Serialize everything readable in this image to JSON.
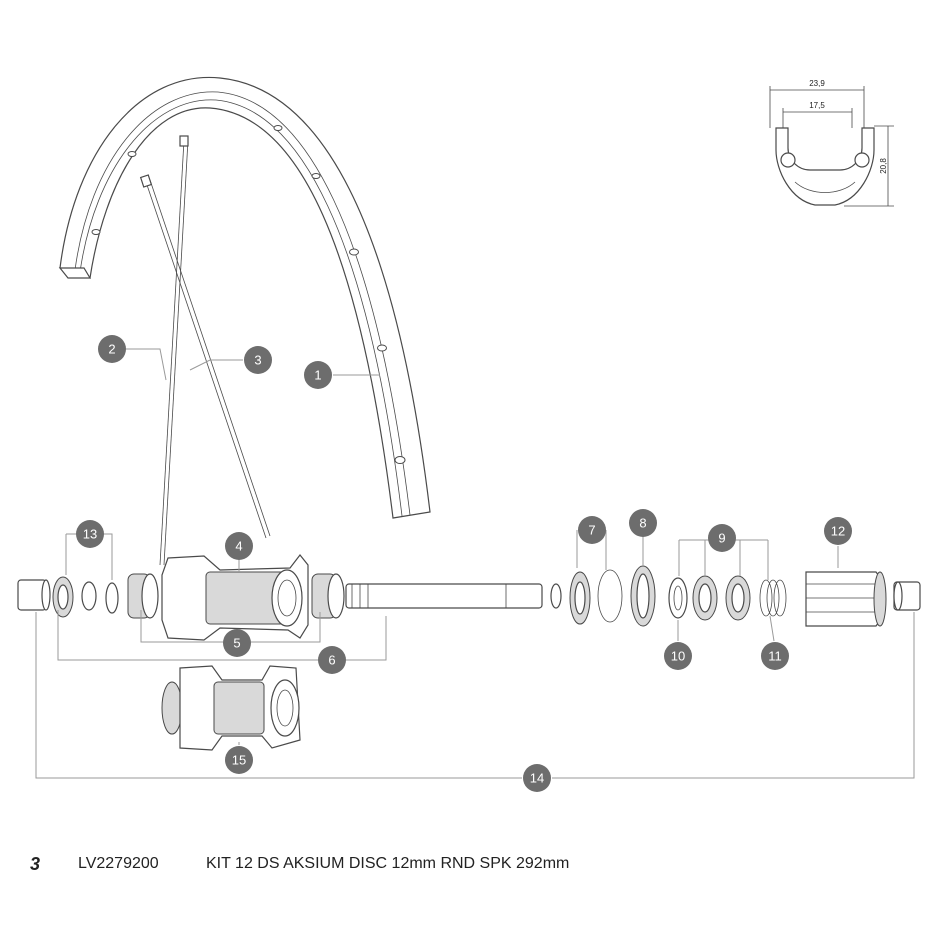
{
  "callouts": [
    "1",
    "2",
    "3",
    "4",
    "5",
    "6",
    "7",
    "8",
    "9",
    "10",
    "11",
    "12",
    "13",
    "14",
    "15"
  ],
  "rim_profile": {
    "outer_width": "23,9",
    "inner_width": "17,5",
    "height": "20,8"
  },
  "parts_list": [
    {
      "index": "3",
      "reference": "LV2279200",
      "description": "KIT 12 DS AKSIUM DISC 12mm RND SPK 292mm"
    }
  ]
}
